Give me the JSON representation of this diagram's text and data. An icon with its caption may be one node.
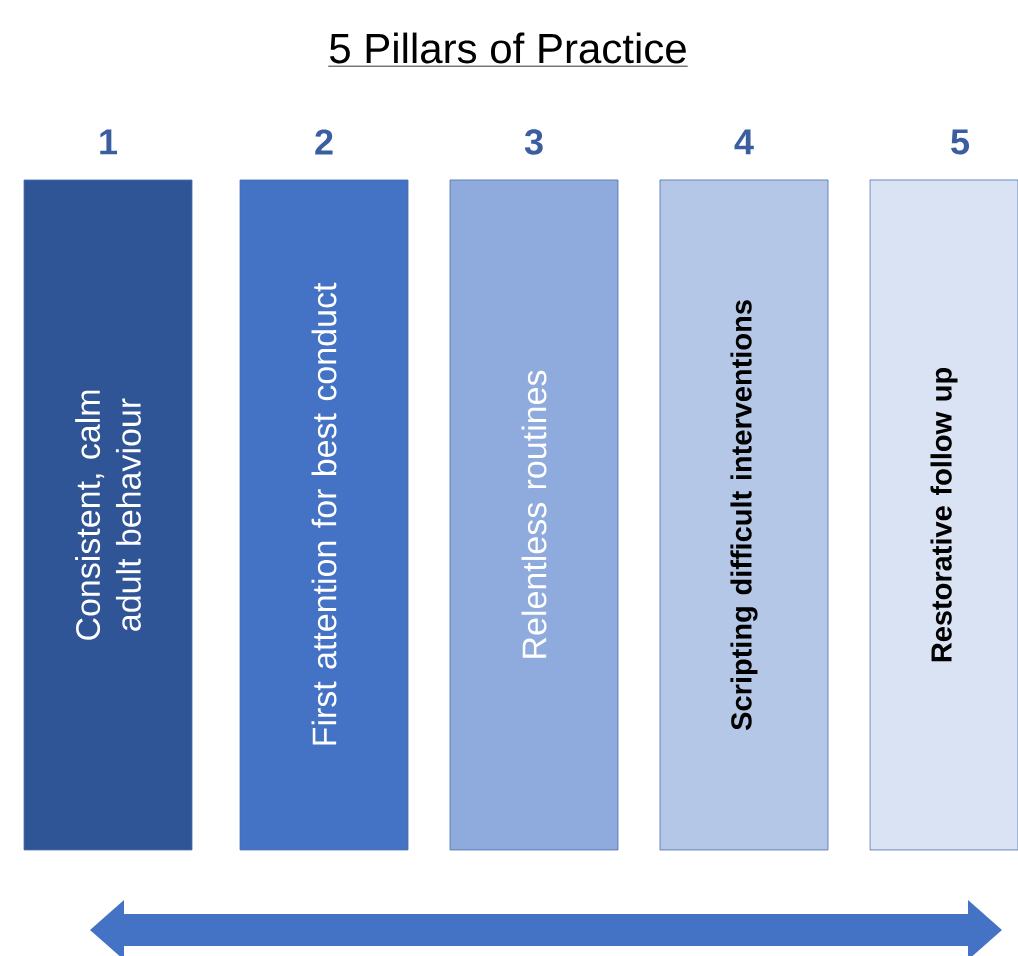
{
  "diagram": {
    "title": "5 Pillars of Practice",
    "nodes": [
      {
        "text": [
          "1",
          "Consistent, calm adult behaviour"
        ]
      },
      {
        "text": [
          "2",
          "First attention for best conduct"
        ]
      },
      {
        "text": [
          "3",
          "Relentless routines"
        ]
      },
      {
        "text": [
          "4",
          "Scripting difficult interventions"
        ]
      },
      {
        "text": [
          "5",
          "Restorative follow up"
        ]
      }
    ]
  }
}
